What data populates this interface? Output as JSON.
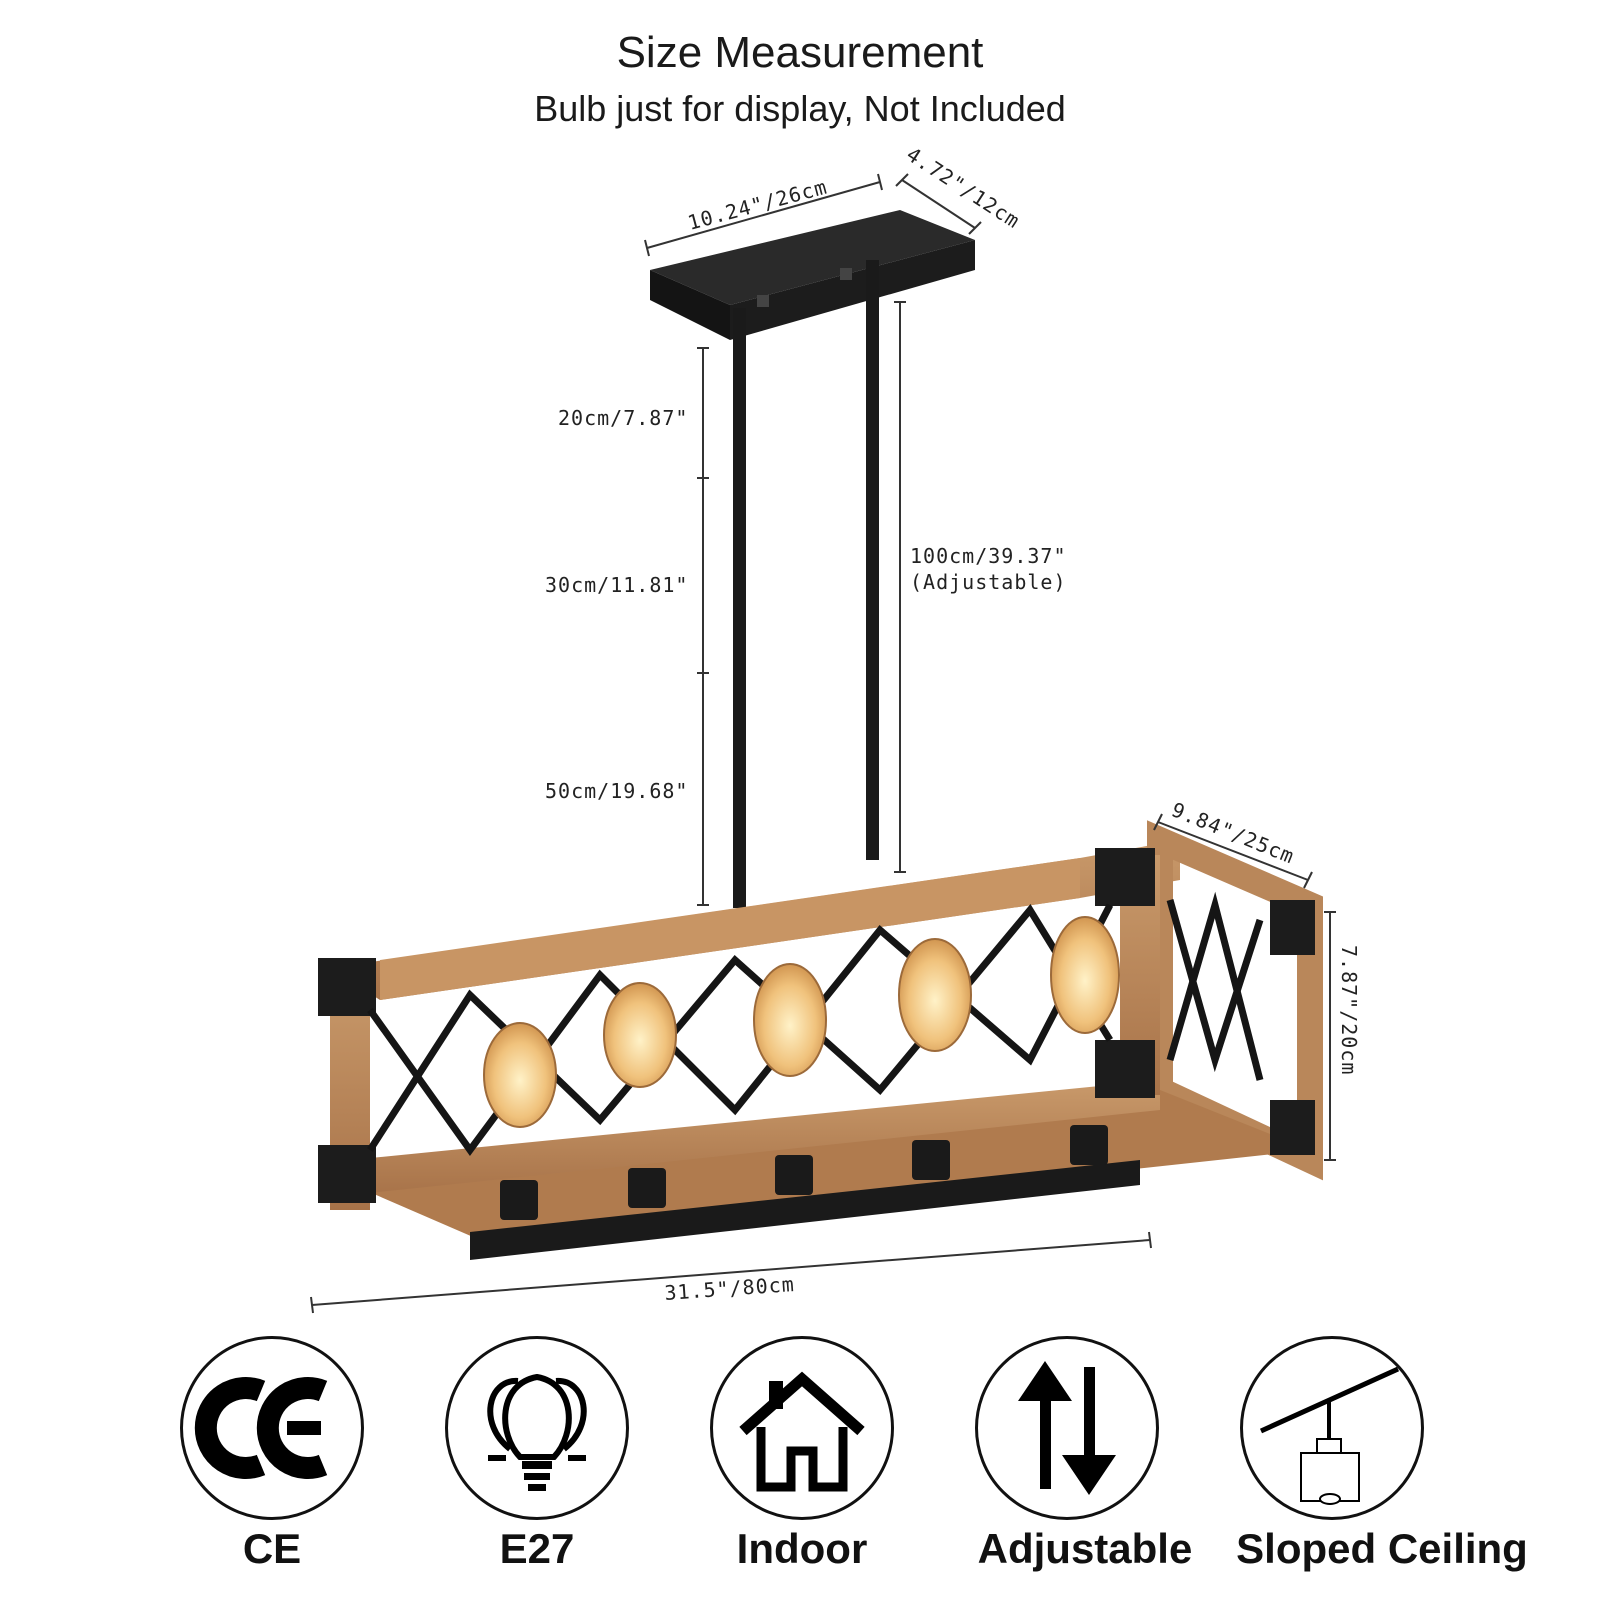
{
  "header": {
    "title": "Size Measurement",
    "subtitle": "Bulb just for display, Not Included"
  },
  "dimensions": {
    "canopy_length": "10.24\"/26cm",
    "canopy_width": "4.72\"/12cm",
    "rod_segment_1": "20cm/7.87\"",
    "rod_segment_2": "30cm/11.81\"",
    "rod_segment_3": "50cm/19.68\"",
    "rod_total": "100cm/39.37\"",
    "rod_total_note": "(Adjustable)",
    "fixture_depth": "9.84\"/25cm",
    "fixture_height": "7.87\"/20cm",
    "fixture_length": "31.5\"/80cm"
  },
  "features": [
    {
      "label": "CE",
      "icon": "ce-mark-icon"
    },
    {
      "label": "E27",
      "icon": "bulb-icon"
    },
    {
      "label": "Indoor",
      "icon": "house-icon"
    },
    {
      "label": "Adjustable",
      "icon": "up-down-arrows-icon"
    },
    {
      "label": "Sloped Ceiling",
      "icon": "sloped-ceiling-icon"
    }
  ],
  "colors": {
    "wood": "#b9875a",
    "metal": "#1c1c1c",
    "bulb_glow": "#f2c27a"
  }
}
